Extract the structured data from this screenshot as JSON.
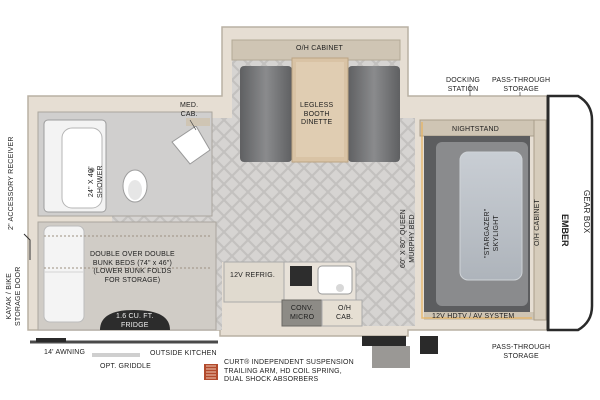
{
  "labels": {
    "oh_cabinet_top": "O/H CABINET",
    "med_cab": "MED.\nCAB.",
    "shower": "24\" X 40\"\nSHOWER",
    "dinette": "LEGLESS\nBOOTH\nDINETTE",
    "docking_station": "DOCKING\nSTATION",
    "pass_through_top": "PASS-THROUGH\nSTORAGE",
    "nightstand": "NIGHTSTAND",
    "murphy_bed": "60\" X 80\" QUEEN\nMURPHY BED",
    "skylight": "\"STARGAZER\"\nSKYLIGHT",
    "oh_cabinet_right": "O/H CABINET",
    "gear_box": "GEAR BOX",
    "accessory_receiver": "2\" ACCESSORY RECEIVER",
    "bunk_beds": "DOUBLE OVER DOUBLE\nBUNK BEDS (74\" x 46\")\n(LOWER BUNK FOLDS\nFOR STORAGE)",
    "refrigerator": "12V REFRIG.",
    "fridge": "1.6 CU. FT.\nFRIDGE",
    "conv_micro": "CONV.\nMICRO",
    "oh_cab_kitchen": "O/H\nCAB.",
    "hdtv": "12V HDTV / AV SYSTEM",
    "kayak_door": "KAYAK / BIKE\nSTORAGE DOOR",
    "awning": "14' AWNING",
    "outside_kitchen": "OUTSIDE KITCHEN",
    "griddle": "OPT. GRIDDLE",
    "suspension": "CURT® INDEPENDENT SUSPENSION\nTRAILING ARM, HD COIL SPRING,\nDUAL SHOCK ABSORBERS",
    "pass_through_bottom": "PASS-THROUGH\nSTORAGE",
    "brand_mark": "EMBER"
  },
  "colors": {
    "wall": "#e6ded3",
    "floor": "#d7d4d0",
    "cabinet": "#cfc5b4",
    "upholstery": "#6e6f71",
    "table": "#dcc7a9",
    "white_fixture": "#f8f8f8",
    "accent_light": "#e8b25c",
    "dark": "#2a2a2a"
  }
}
